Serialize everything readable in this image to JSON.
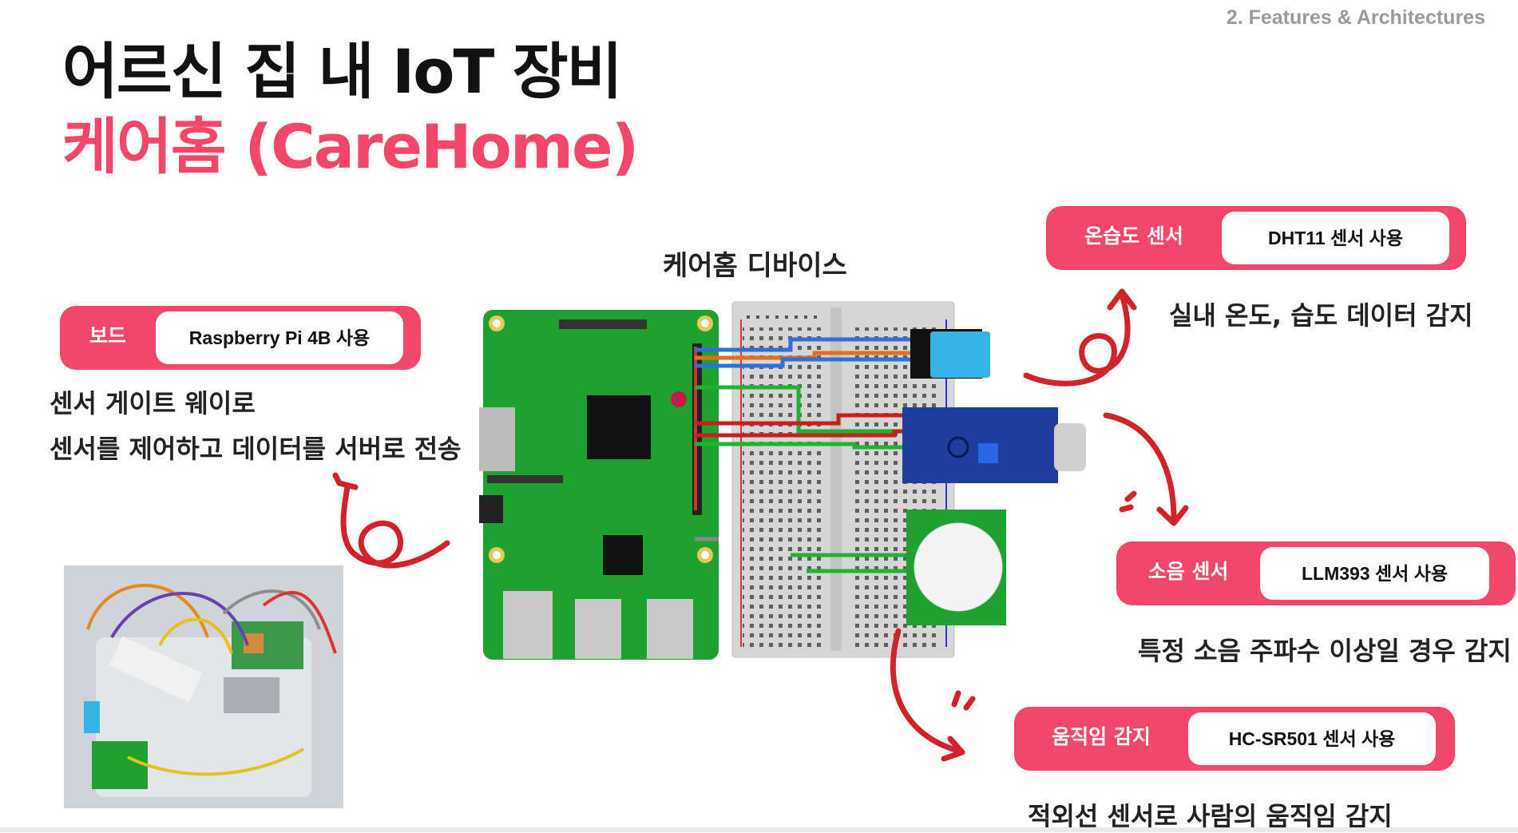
{
  "header": {
    "section": "2. Features & Architectures",
    "title_line1": "어르신 집 내 IoT 장비",
    "title_line2": "케어홈 (CareHome)"
  },
  "device": {
    "title": "케어홈 디바이스"
  },
  "board": {
    "tag": "보드",
    "value": "Raspberry Pi 4B 사용",
    "desc1": "센서 게이트 웨이로",
    "desc2": "센서를 제어하고 데이터를 서버로 전송"
  },
  "humidity": {
    "tag": "온습도 센서",
    "value": "DHT11 센서 사용",
    "desc": "실내 온도, 습도 데이터 감지"
  },
  "noise": {
    "tag": "소음 센서",
    "value": "LLM393 센서 사용",
    "desc": "특정 소음 주파수 이상일 경우 감지"
  },
  "motion": {
    "tag": "움직임 감지",
    "value": "HC-SR501 센서 사용",
    "desc": "적외선 센서로 사람의 움직임 감지"
  },
  "colors": {
    "accent": "#f2466b",
    "arrow": "#d0232b",
    "pi_green": "#1fa12f"
  },
  "icons": [
    "raspberry-pi-board",
    "breadboard",
    "dht11-sensor",
    "sound-sensor",
    "pir-sensor",
    "curly-arrow-icon",
    "hardware-photo"
  ]
}
